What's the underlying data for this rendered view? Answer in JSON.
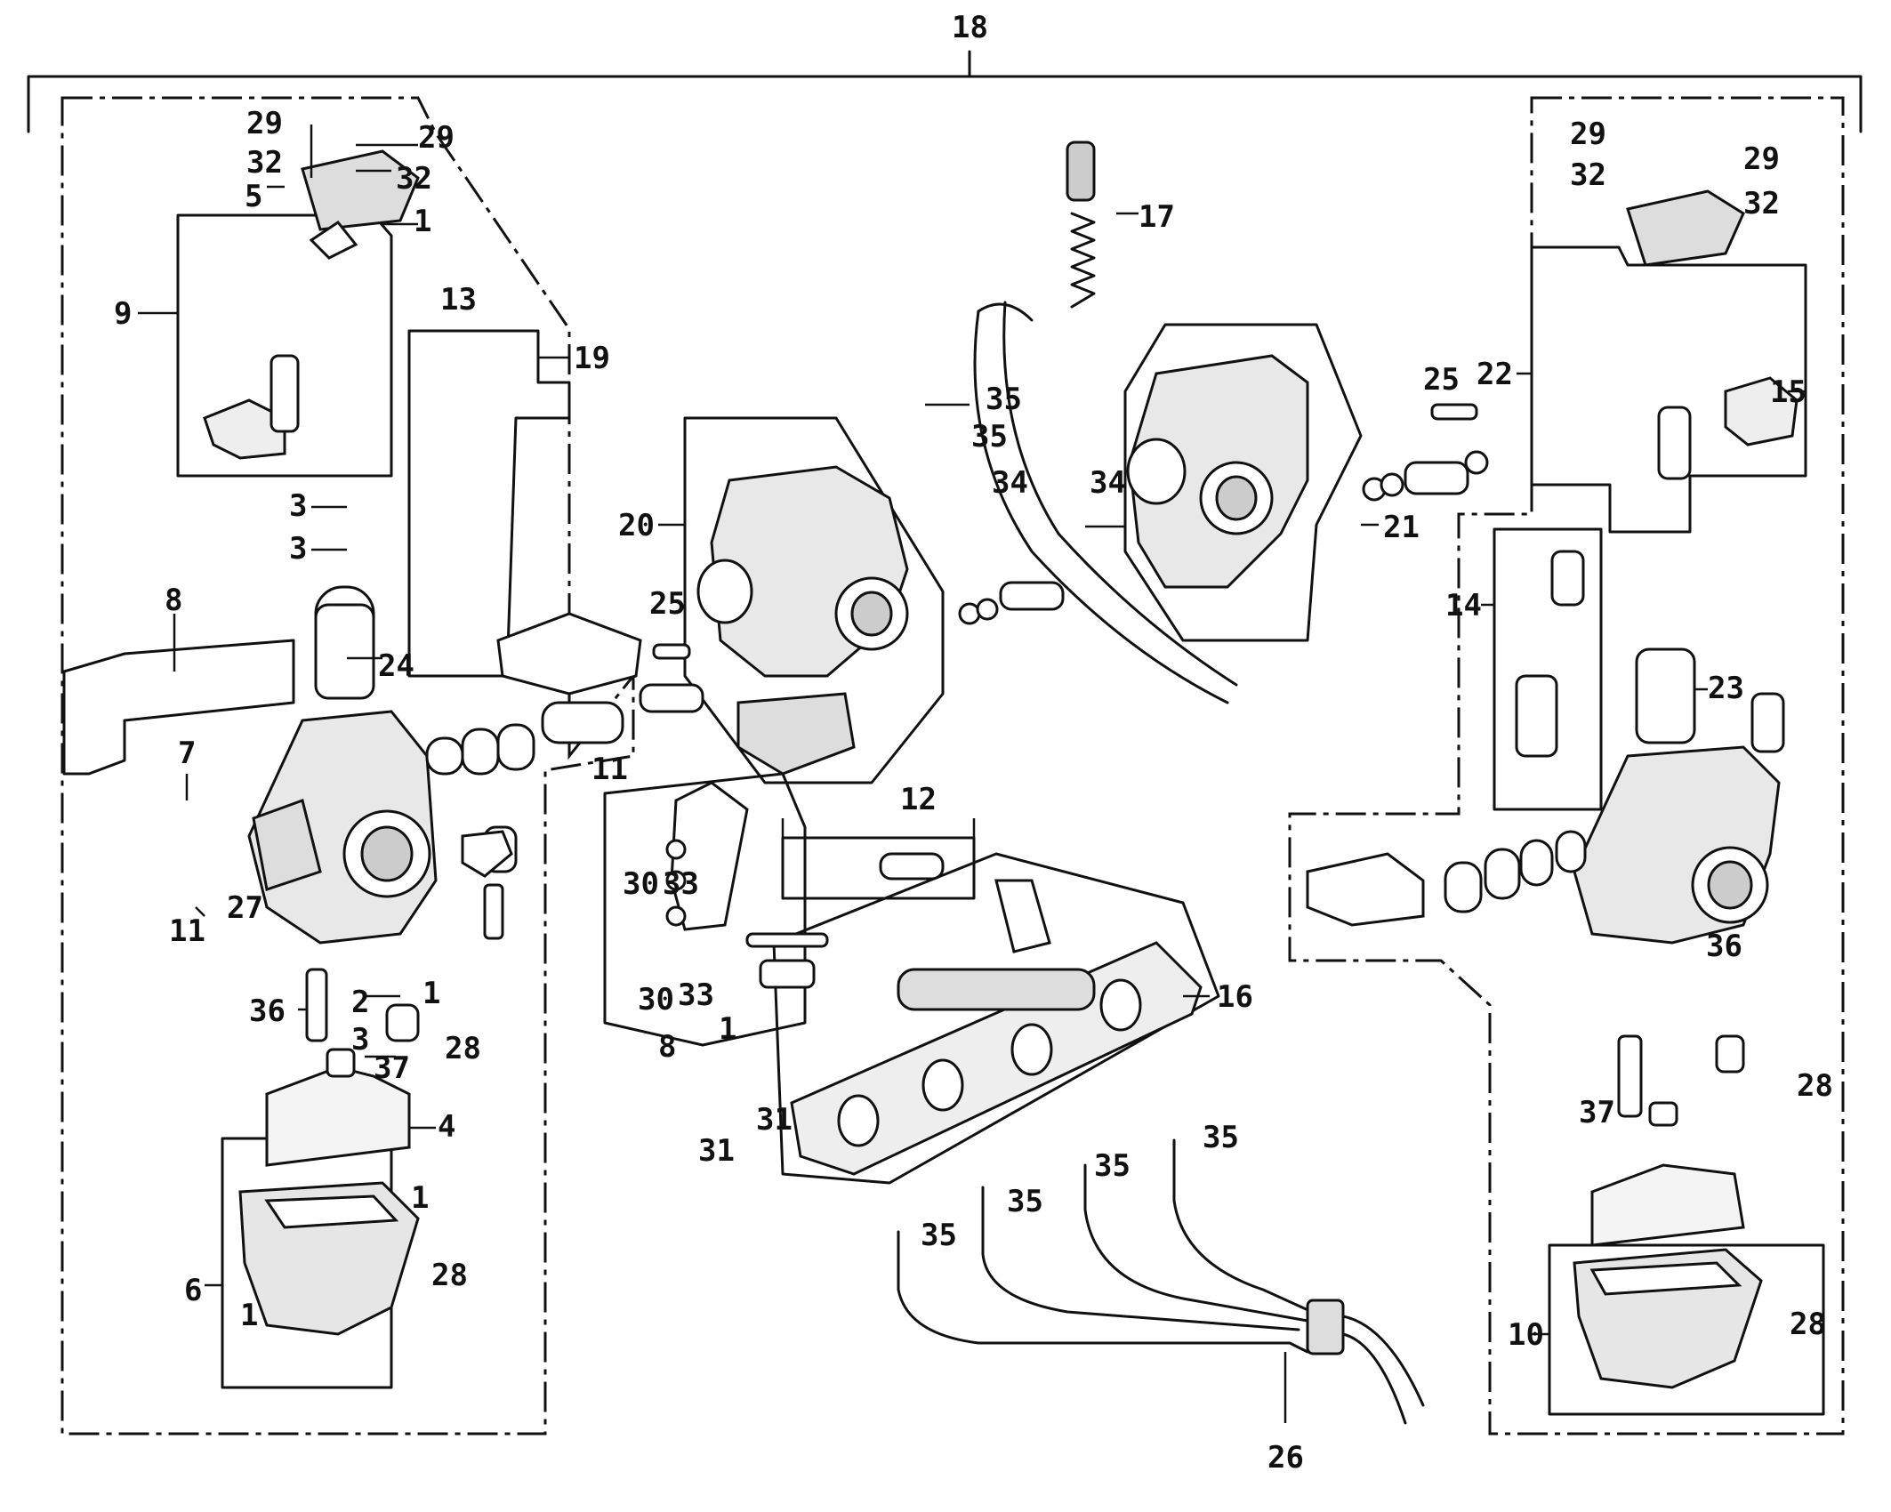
{
  "callouts": [
    {
      "key": "c18",
      "text": "18"
    },
    {
      "key": "c29a",
      "text": "29"
    },
    {
      "key": "c32a",
      "text": "32"
    },
    {
      "key": "c29b",
      "text": "29"
    },
    {
      "key": "c32b",
      "text": "32"
    },
    {
      "key": "c5",
      "text": "5"
    },
    {
      "key": "c1a",
      "text": "1"
    },
    {
      "key": "c9",
      "text": "9"
    },
    {
      "key": "c13",
      "text": "13"
    },
    {
      "key": "c19",
      "text": "19"
    },
    {
      "key": "c3a",
      "text": "3"
    },
    {
      "key": "c3b",
      "text": "3"
    },
    {
      "key": "c8a",
      "text": "8"
    },
    {
      "key": "c24",
      "text": "24"
    },
    {
      "key": "c7",
      "text": "7"
    },
    {
      "key": "c27",
      "text": "27"
    },
    {
      "key": "c11a",
      "text": "11"
    },
    {
      "key": "c11b",
      "text": "11"
    },
    {
      "key": "c36a",
      "text": "36"
    },
    {
      "key": "c2",
      "text": "2"
    },
    {
      "key": "c3c",
      "text": "3"
    },
    {
      "key": "c1b",
      "text": "1"
    },
    {
      "key": "c28a",
      "text": "28"
    },
    {
      "key": "c37a",
      "text": "37"
    },
    {
      "key": "c4",
      "text": "4"
    },
    {
      "key": "c1c",
      "text": "1"
    },
    {
      "key": "c28b",
      "text": "28"
    },
    {
      "key": "c6",
      "text": "6"
    },
    {
      "key": "c1d",
      "text": "1"
    },
    {
      "key": "c17",
      "text": "17"
    },
    {
      "key": "c35a",
      "text": "35"
    },
    {
      "key": "c35b",
      "text": "35"
    },
    {
      "key": "c34a",
      "text": "34"
    },
    {
      "key": "c34b",
      "text": "34"
    },
    {
      "key": "c20",
      "text": "20"
    },
    {
      "key": "c25a",
      "text": "25"
    },
    {
      "key": "c25b",
      "text": "25"
    },
    {
      "key": "c21",
      "text": "21"
    },
    {
      "key": "c22",
      "text": "22"
    },
    {
      "key": "c12",
      "text": "12"
    },
    {
      "key": "c30a",
      "text": "30"
    },
    {
      "key": "c33a",
      "text": "33"
    },
    {
      "key": "c30b",
      "text": "30"
    },
    {
      "key": "c33b",
      "text": "33"
    },
    {
      "key": "c8b",
      "text": "8"
    },
    {
      "key": "c1e",
      "text": "1"
    },
    {
      "key": "c16",
      "text": "16"
    },
    {
      "key": "c31a",
      "text": "31"
    },
    {
      "key": "c31b",
      "text": "31"
    },
    {
      "key": "c35c",
      "text": "35"
    },
    {
      "key": "c35d",
      "text": "35"
    },
    {
      "key": "c35e",
      "text": "35"
    },
    {
      "key": "c35f",
      "text": "35"
    },
    {
      "key": "c26",
      "text": "26"
    },
    {
      "key": "c29c",
      "text": "29"
    },
    {
      "key": "c32c",
      "text": "32"
    },
    {
      "key": "c29d",
      "text": "29"
    },
    {
      "key": "c32d",
      "text": "32"
    },
    {
      "key": "c15",
      "text": "15"
    },
    {
      "key": "c14",
      "text": "14"
    },
    {
      "key": "c23",
      "text": "23"
    },
    {
      "key": "c36b",
      "text": "36"
    },
    {
      "key": "c28c",
      "text": "28"
    },
    {
      "key": "c37b",
      "text": "37"
    },
    {
      "key": "c28d",
      "text": "28"
    },
    {
      "key": "c10",
      "text": "10"
    }
  ]
}
